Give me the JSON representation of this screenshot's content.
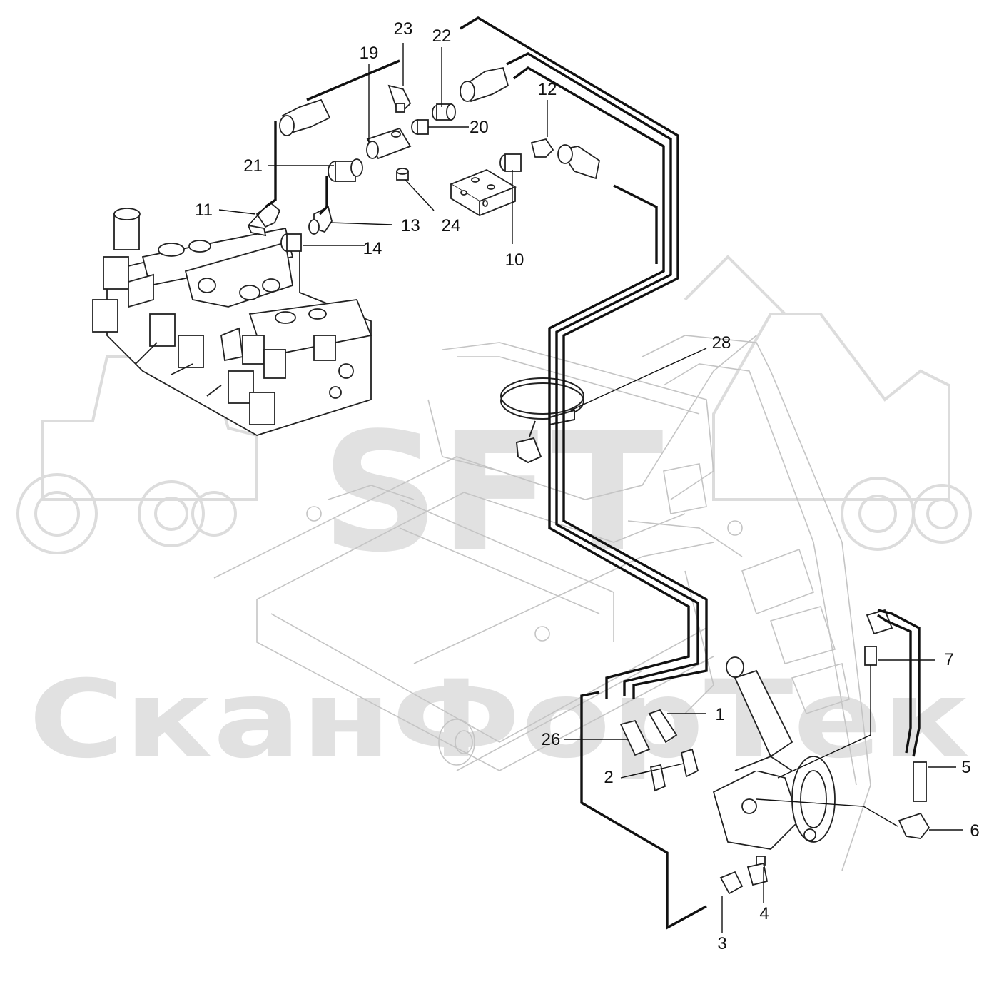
{
  "watermark": {
    "logo_text": "SFT",
    "brand_text": "СканФорТек",
    "color": "#d9d9d9"
  },
  "colors": {
    "hose": "#111111",
    "part": "#222222",
    "frame": "#c8c8c8",
    "leader": "#111111"
  },
  "callouts": [
    {
      "id": "23",
      "label": "23"
    },
    {
      "id": "22",
      "label": "22"
    },
    {
      "id": "19",
      "label": "19"
    },
    {
      "id": "12",
      "label": "12"
    },
    {
      "id": "20",
      "label": "20"
    },
    {
      "id": "21",
      "label": "21"
    },
    {
      "id": "11",
      "label": "11"
    },
    {
      "id": "13",
      "label": "13"
    },
    {
      "id": "24",
      "label": "24"
    },
    {
      "id": "14",
      "label": "14"
    },
    {
      "id": "10",
      "label": "10"
    },
    {
      "id": "28",
      "label": "28"
    },
    {
      "id": "7",
      "label": "7"
    },
    {
      "id": "1",
      "label": "1"
    },
    {
      "id": "26",
      "label": "26"
    },
    {
      "id": "2",
      "label": "2"
    },
    {
      "id": "5",
      "label": "5"
    },
    {
      "id": "6",
      "label": "6"
    },
    {
      "id": "4",
      "label": "4"
    },
    {
      "id": "3",
      "label": "3"
    }
  ]
}
